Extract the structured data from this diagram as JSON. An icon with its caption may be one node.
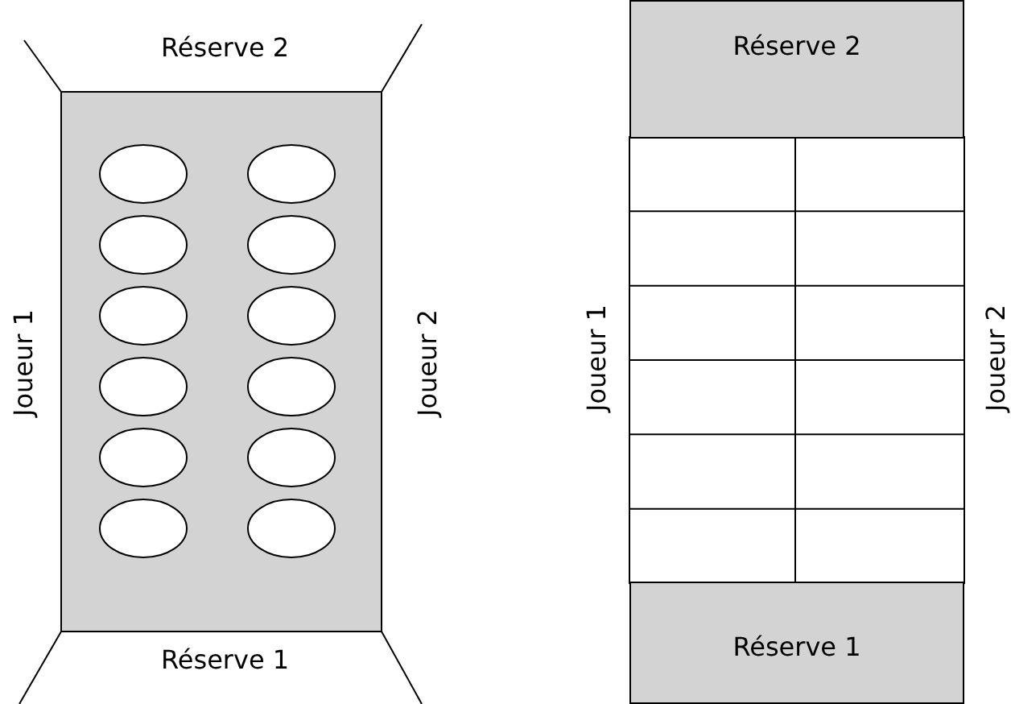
{
  "diagram": {
    "nodes": [
      {
        "text": [
          "Réserve 2"
        ]
      },
      {
        "text": [
          "Réserve 1"
        ]
      }
    ],
    "labels": [
      "Réserve 2",
      "Joueur 1",
      "Joueur 2",
      "Réserve 1",
      "Joueur 1",
      "Joueur 2"
    ]
  }
}
